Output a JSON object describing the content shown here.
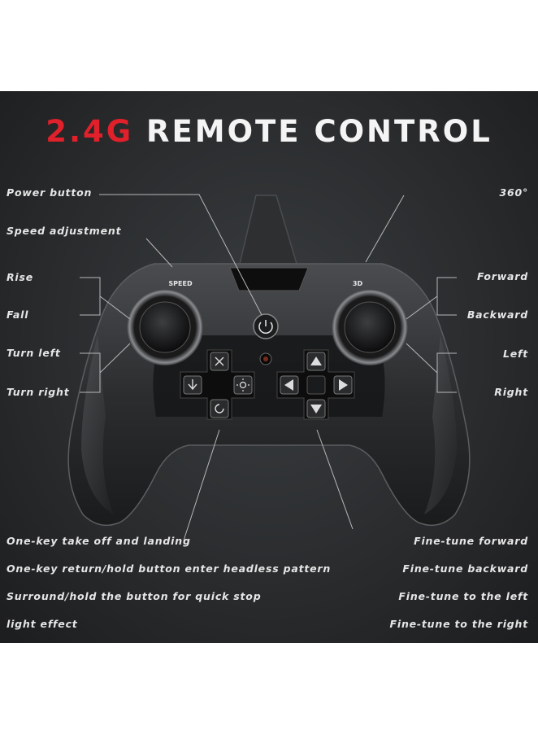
{
  "title": {
    "accent": "2.4G",
    "main": "REMOTE CONTROL"
  },
  "controller": {
    "speed_label": "SPEED",
    "mode_label": "3D"
  },
  "labels_left": {
    "power_button": "Power button",
    "speed_adjustment": "Speed adjustment",
    "rise": "Rise",
    "fall": "Fall",
    "turn_left": "Turn left",
    "turn_right": "Turn right",
    "one_key_takeoff": "One-key take off and landing",
    "one_key_return": "One-key return/hold button enter headless pattern",
    "surround": "Surround/hold the button for quick stop",
    "light_effect": "light effect"
  },
  "labels_right": {
    "flip_360": "360°",
    "forward": "Forward",
    "backward": "Backward",
    "left": "Left",
    "right": "Right",
    "fine_forward": "Fine-tune forward",
    "fine_backward": "Fine-tune backward",
    "fine_left": "Fine-tune to the left",
    "fine_right": "Fine-tune to the right"
  },
  "colors": {
    "accent": "#e0202a",
    "background": "#2a2c2e",
    "text": "#e6e6e6"
  }
}
